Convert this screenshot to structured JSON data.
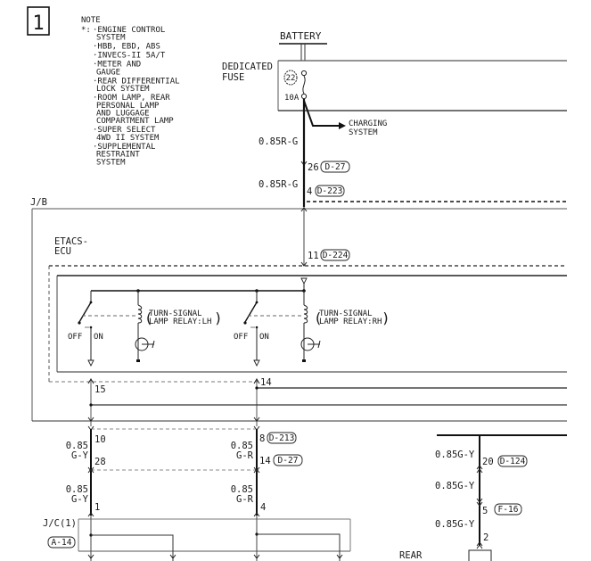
{
  "diagram": {
    "page_number": "1",
    "note": {
      "title": "NOTE",
      "marker": "*:",
      "items": [
        [
          "ENGINE CONTROL",
          "SYSTEM"
        ],
        [
          "HBB, EBD, ABS"
        ],
        [
          "INVECS-II 5A/T"
        ],
        [
          "METER AND",
          "GAUGE"
        ],
        [
          "REAR DIFFERENTIAL",
          "LOCK SYSTEM"
        ],
        [
          "ROOM LAMP, REAR",
          "PERSONAL LAMP",
          "AND LUGGAGE",
          "COMPARTMENT LAMP"
        ],
        [
          "SUPER SELECT",
          "4WD II SYSTEM"
        ],
        [
          "SUPPLEMENTAL",
          "RESTRAINT",
          "SYSTEM"
        ]
      ]
    },
    "power": {
      "battery_label": "BATTERY",
      "fuse_label_1": "DEDICATED",
      "fuse_label_2": "FUSE",
      "fuse_number": "22",
      "fuse_rating": "10A",
      "charging_1": "CHARGING",
      "charging_2": "SYSTEM"
    },
    "wires": {
      "main_upper": "0.85R-G",
      "main_lower": "0.85R-G",
      "left_upper_1": "0.85",
      "left_upper_2": "G-Y",
      "left_lower_1": "0.85",
      "left_lower_2": "G-Y",
      "mid_upper_1": "0.85",
      "mid_upper_2": "G-R",
      "mid_lower_1": "0.85",
      "mid_lower_2": "G-R",
      "right_1": "0.85G-Y",
      "right_2": "0.85G-Y",
      "right_3": "0.85G-Y"
    },
    "connectors": {
      "c26": {
        "pin": "26",
        "id": "D-27"
      },
      "c4": {
        "pin": "4",
        "id": "D-223"
      },
      "c11": {
        "pin": "11",
        "id": "D-224"
      },
      "c15": {
        "pin": "15"
      },
      "c14": {
        "pin": "14"
      },
      "c10": {
        "pin": "10"
      },
      "c28": {
        "pin": "28"
      },
      "c8": {
        "pin": "8",
        "id": "D-213"
      },
      "c14b": {
        "pin": "14",
        "id": "D-27"
      },
      "c1": {
        "pin": "1"
      },
      "c4b": {
        "pin": "4"
      },
      "c20": {
        "pin": "20",
        "id": "D-124"
      },
      "c5": {
        "pin": "5",
        "id": "F-16"
      },
      "c2": {
        "pin": "2"
      }
    },
    "blocks": {
      "jb": "J/B",
      "etacs_1": "ETACS-",
      "etacs_2": "ECU",
      "relay_lh_1": "TURN-SIGNAL",
      "relay_lh_2": "LAMP RELAY:LH",
      "relay_rh_1": "TURN-SIGNAL",
      "relay_rh_2": "LAMP RELAY:RH",
      "off": "OFF",
      "on": "ON",
      "jc_1": "J/C(1)",
      "jc_id": "A-14",
      "rear": "REAR"
    }
  }
}
